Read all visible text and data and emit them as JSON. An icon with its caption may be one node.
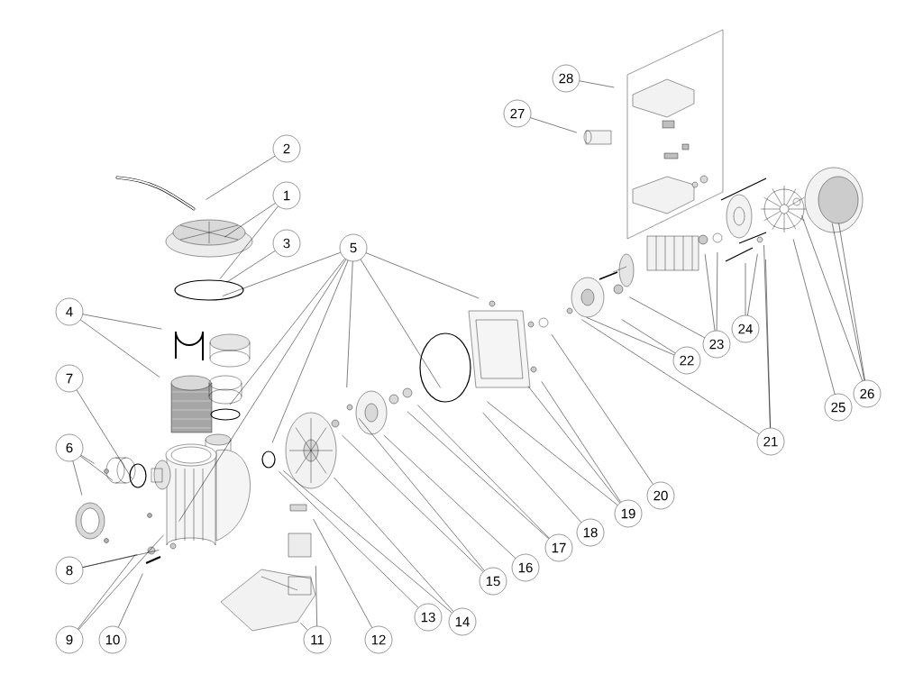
{
  "diagram": {
    "nodes": [
      {
        "text": [
          "1"
        ]
      },
      {
        "text": [
          "2"
        ]
      },
      {
        "text": [
          "3"
        ]
      },
      {
        "text": [
          "4"
        ]
      },
      {
        "text": [
          "5"
        ]
      },
      {
        "text": [
          "6"
        ]
      },
      {
        "text": [
          "7"
        ]
      },
      {
        "text": [
          "8"
        ]
      },
      {
        "text": [
          "9"
        ]
      },
      {
        "text": [
          "10"
        ]
      },
      {
        "text": [
          "11"
        ]
      },
      {
        "text": [
          "12"
        ]
      },
      {
        "text": [
          "13"
        ]
      },
      {
        "text": [
          "14"
        ]
      },
      {
        "text": [
          "15"
        ]
      },
      {
        "text": [
          "16"
        ]
      },
      {
        "text": [
          "17"
        ]
      },
      {
        "text": [
          "18"
        ]
      },
      {
        "text": [
          "19"
        ]
      },
      {
        "text": [
          "20"
        ]
      },
      {
        "text": [
          "21"
        ]
      },
      {
        "text": [
          "22"
        ]
      },
      {
        "text": [
          "23"
        ]
      },
      {
        "text": [
          "24"
        ]
      },
      {
        "text": [
          "25"
        ]
      },
      {
        "text": [
          "26"
        ]
      },
      {
        "text": [
          "27"
        ]
      },
      {
        "text": [
          "28"
        ]
      }
    ],
    "edges": [
      {
        "from": 0,
        "to": null,
        "arrow": "none"
      },
      {
        "from": 0,
        "to": null,
        "arrow": "none"
      },
      {
        "from": 1,
        "to": null,
        "arrow": "none"
      },
      {
        "from": 2,
        "to": null,
        "arrow": "none"
      },
      {
        "from": 3,
        "to": null,
        "arrow": "none"
      },
      {
        "from": 3,
        "to": null,
        "arrow": "none"
      },
      {
        "from": 4,
        "to": null,
        "arrow": "none"
      },
      {
        "from": 4,
        "to": null,
        "arrow": "none"
      },
      {
        "from": 4,
        "to": null,
        "arrow": "none"
      },
      {
        "from": 4,
        "to": null,
        "arrow": "none"
      },
      {
        "from": 4,
        "to": null,
        "arrow": "none"
      },
      {
        "from": 4,
        "to": null,
        "arrow": "none"
      },
      {
        "from": 4,
        "to": null,
        "arrow": "none"
      },
      {
        "from": 5,
        "to": null,
        "arrow": "none"
      },
      {
        "from": 5,
        "to": null,
        "arrow": "none"
      },
      {
        "from": 5,
        "to": null,
        "arrow": "none"
      },
      {
        "from": 6,
        "to": null,
        "arrow": "none"
      },
      {
        "from": 7,
        "to": null,
        "arrow": "none"
      },
      {
        "from": 7,
        "to": null,
        "arrow": "none"
      },
      {
        "from": 8,
        "to": null,
        "arrow": "none"
      },
      {
        "from": 8,
        "to": null,
        "arrow": "none"
      },
      {
        "from": 9,
        "to": null,
        "arrow": "none"
      },
      {
        "from": 10,
        "to": null,
        "arrow": "none"
      },
      {
        "from": 10,
        "to": null,
        "arrow": "none"
      },
      {
        "from": 11,
        "to": null,
        "arrow": "none"
      },
      {
        "from": 12,
        "to": null,
        "arrow": "none"
      },
      {
        "from": 13,
        "to": null,
        "arrow": "none"
      },
      {
        "from": 13,
        "to": null,
        "arrow": "none"
      },
      {
        "from": 14,
        "to": null,
        "arrow": "none"
      },
      {
        "from": 14,
        "to": null,
        "arrow": "none"
      },
      {
        "from": 15,
        "to": null,
        "arrow": "none"
      },
      {
        "from": 16,
        "to": null,
        "arrow": "none"
      },
      {
        "from": 16,
        "to": null,
        "arrow": "none"
      },
      {
        "from": 17,
        "to": null,
        "arrow": "none"
      },
      {
        "from": 18,
        "to": null,
        "arrow": "none"
      },
      {
        "from": 18,
        "to": null,
        "arrow": "none"
      },
      {
        "from": 18,
        "to": null,
        "arrow": "none"
      },
      {
        "from": 19,
        "to": null,
        "arrow": "none"
      },
      {
        "from": 20,
        "to": null,
        "arrow": "none"
      },
      {
        "from": 20,
        "to": null,
        "arrow": "none"
      },
      {
        "from": 20,
        "to": null,
        "arrow": "none"
      },
      {
        "from": 21,
        "to": null,
        "arrow": "none"
      },
      {
        "from": 21,
        "to": null,
        "arrow": "none"
      },
      {
        "from": 22,
        "to": null,
        "arrow": "none"
      },
      {
        "from": 22,
        "to": null,
        "arrow": "none"
      },
      {
        "from": 22,
        "to": null,
        "arrow": "none"
      },
      {
        "from": 23,
        "to": null,
        "arrow": "none"
      },
      {
        "from": 23,
        "to": null,
        "arrow": "none"
      },
      {
        "from": 24,
        "to": null,
        "arrow": "none"
      },
      {
        "from": 25,
        "to": null,
        "arrow": "none"
      },
      {
        "from": 25,
        "to": null,
        "arrow": "none"
      },
      {
        "from": 25,
        "to": null,
        "arrow": "none"
      },
      {
        "from": 26,
        "to": null,
        "arrow": "none"
      },
      {
        "from": 27,
        "to": null,
        "arrow": "none"
      }
    ]
  }
}
